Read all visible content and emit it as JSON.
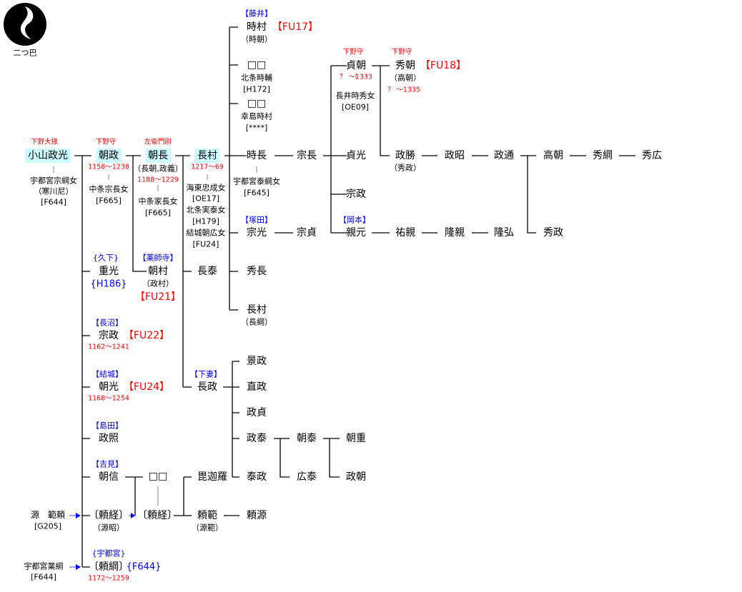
{
  "crest": {
    "label": "二つ巴"
  },
  "masamitsu": {
    "title": "下野大掾",
    "name": "小山政光",
    "wife": "宇都宮宗綱女",
    "wife_alias": "（寒川尼）",
    "wife_ref": "[F644]"
  },
  "tomomasa": {
    "title": "下野守",
    "name": "朝政",
    "dates": "1158〜1238",
    "wife": "中条宗長女",
    "wife_ref": "[F665]"
  },
  "tomonaga": {
    "title": "左衛門尉",
    "name": "朝長",
    "alias": "（長朝,政義）",
    "dates": "1188〜1229",
    "wife": "中条家長女",
    "wife_ref": "[F665]"
  },
  "nagamura": {
    "name": "長村",
    "dates": "1217〜69",
    "wife1": "海東忠成女",
    "wife1_ref": "[OE17]",
    "wife2": "北条実泰女",
    "wife2_ref": "[H179]",
    "wife3": "結城朝広女",
    "wife3_ref": "[FU24]"
  },
  "tokimura": {
    "clan": "【藤井】",
    "name": "時村",
    "ref": "【FU17】",
    "alias": "（時朝）"
  },
  "unknown1": {
    "name": "□□",
    "spouse": "北条時輔",
    "spouse_ref": "[H172]"
  },
  "unknown2": {
    "name": "□□",
    "spouse": "幸島時村",
    "spouse_ref": "[****]"
  },
  "tokinaga": {
    "name": "時長",
    "wife": "宇都宮泰綱女",
    "wife_ref": "[F645]"
  },
  "munemitsu": {
    "clan": "【塚田】",
    "name": "宗光"
  },
  "munesada": {
    "name": "宗貞"
  },
  "hidenaga": {
    "name": "秀長"
  },
  "nagamura2": {
    "name": "長村",
    "alias": "（長綱）"
  },
  "munenaga": {
    "name": "宗長"
  },
  "sadatomo": {
    "title": "下野守",
    "name": "貞朝",
    "dates": "？ 〜1333",
    "wife": "長井時秀女",
    "wife_ref": "[OE09]"
  },
  "hidetomo": {
    "title": "下野守",
    "name": "秀朝",
    "ref": "【FU18】",
    "alias": "（高朝）",
    "dates": "？ 〜1335"
  },
  "sadamitsu": {
    "name": "貞光"
  },
  "munemasa2": {
    "name": "宗政"
  },
  "chikamoto": {
    "clan": "【岡本】",
    "name": "親元"
  },
  "masakatsu": {
    "name": "政勝",
    "alias": "（秀政）"
  },
  "line_main": [
    "政昭",
    "政通",
    "高朝",
    "秀綱",
    "秀広"
  ],
  "hidemasa": {
    "name": "秀政"
  },
  "line_oka": [
    "祐親",
    "隆親",
    "隆弘"
  ],
  "shigemitsu": {
    "clan": "{久下}",
    "name": "重光",
    "ref": "{H186}"
  },
  "tomomura": {
    "clan": "【薬師寺】",
    "name": "朝村",
    "alias": "（政村）",
    "ref": "【FU21】"
  },
  "nagayasu": {
    "name": "長泰"
  },
  "munemasa": {
    "clan": "【長沼】",
    "name": "宗政",
    "ref": "【FU22】",
    "dates": "1162〜1241"
  },
  "tomomitsu": {
    "clan": "【結城】",
    "name": "朝光",
    "ref": "【FU24】",
    "dates": "1168〜1254"
  },
  "masateru": {
    "clan": "【島田】",
    "name": "政照"
  },
  "tomonobu": {
    "clan": "【吉見】",
    "name": "朝信"
  },
  "nagamasa": {
    "clan": "【下妻】",
    "name": "長政"
  },
  "nagamasa_children": [
    "景政",
    "直政",
    "政貞",
    "政泰",
    "泰政"
  ],
  "tomoyasu": {
    "name": "朝泰"
  },
  "hiroyasu": {
    "name": "広泰"
  },
  "tomoshige": {
    "name": "朝重"
  },
  "masatomo": {
    "name": "政朝"
  },
  "unknown3": {
    "name": "□□"
  },
  "bikara": {
    "name": "毘迦羅"
  },
  "yorinori": {
    "name": "頼範",
    "alias": "（源範）"
  },
  "yorimoto": {
    "name": "頼源"
  },
  "yoritsune1": {
    "name": "〔頼経〕",
    "alias": "（源昭）"
  },
  "yoritsune2": {
    "name": "〔頼経〕"
  },
  "noriyori": {
    "name": "源　範頼",
    "ref": "[G205]"
  },
  "naritsuna": {
    "name": "宇都宮業綱",
    "ref": "[F644]"
  },
  "yoritsuna": {
    "clan": "{宇都宮}",
    "name": "〔頼綱〕",
    "ref": "{F644}",
    "dates": "1172〜1259"
  },
  "colors": {
    "red": "#ff0000",
    "blue": "#0000ff",
    "highlight": "#ccfbff"
  }
}
